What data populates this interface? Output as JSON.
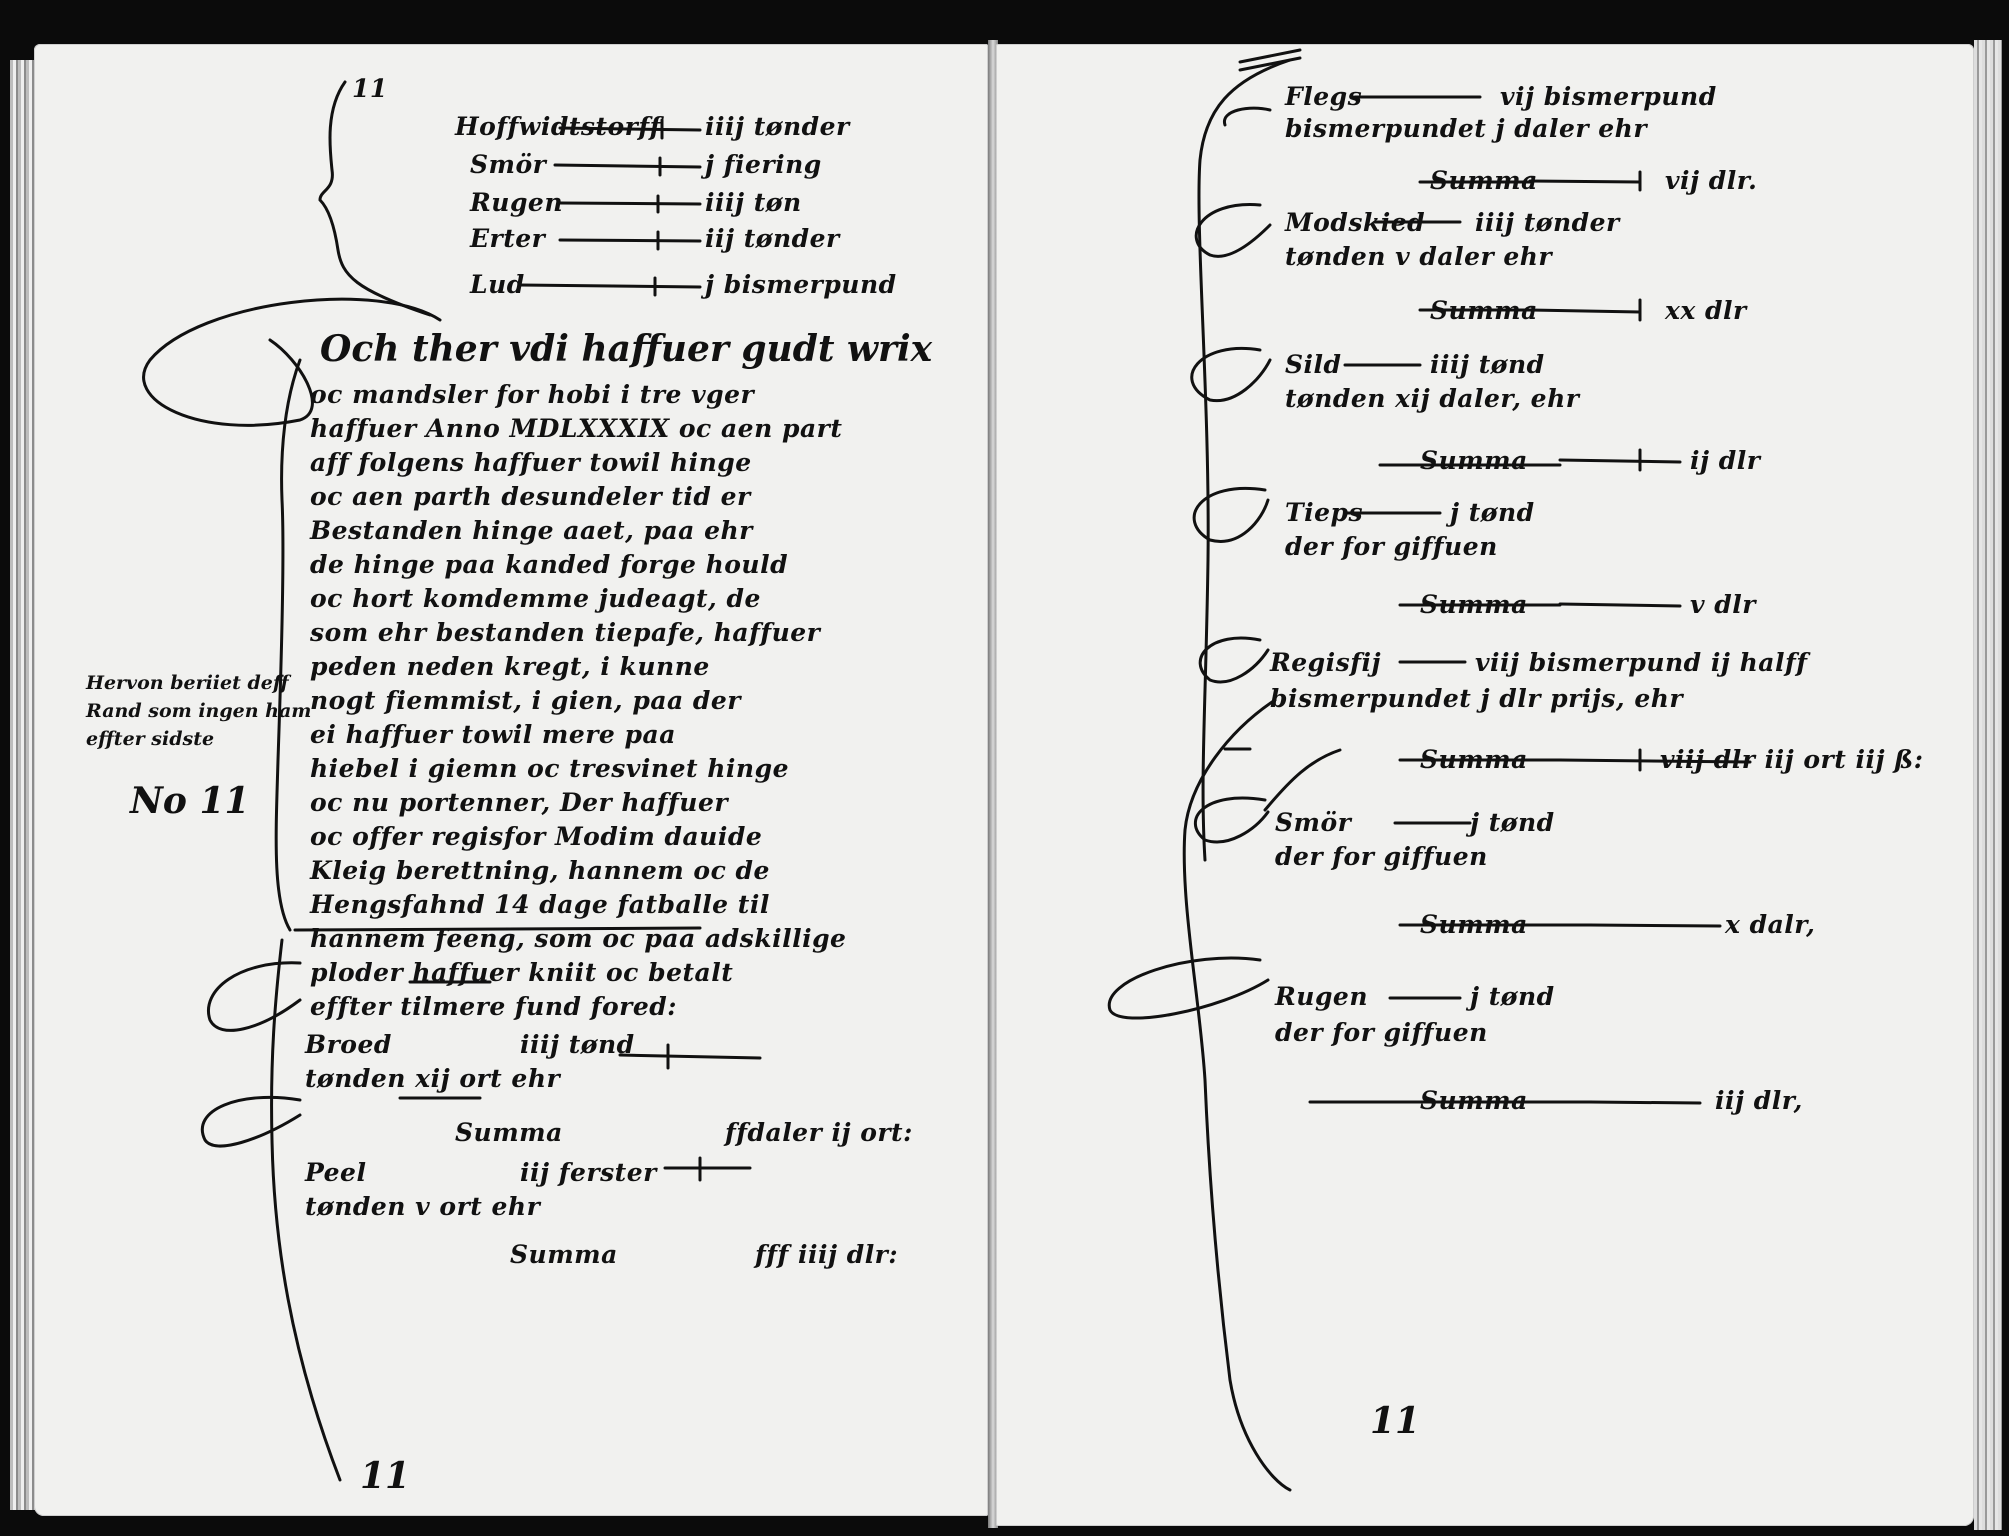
{
  "left_page": {
    "page_number": "11",
    "top_items": [
      {
        "name": "Hoffwidtstorff",
        "value": "iiij tønder"
      },
      {
        "name": "Smör",
        "value": "j fiering"
      },
      {
        "name": "Rugen",
        "value": "iiij tøn"
      },
      {
        "name": "Erter",
        "value": "iij tønder"
      },
      {
        "name": "Lud",
        "value": "j bismerpund"
      }
    ],
    "body_lines": [
      "Och ther vdi haffuer gudt wrix",
      "oc mandsler for hobi i tre vger",
      "haffuer Anno MDLXXXIX oc aen part",
      "aff folgens haffuer towil hinge",
      "oc aen parth desundeler tid er",
      "Bestanden hinge aaet, paa ehr",
      "de hinge paa kanded forge hould",
      "oc hort komdemme judeagt, de",
      "som ehr bestanden tiepafe, haffuer",
      "peden neden kregt, i kunne",
      "nogt fiemmist, i gien, paa der",
      "ei haffuer towil mere paa",
      "hiebel i giemn oc tresvinet hinge",
      "oc nu portenner, Der haffuer",
      "oc offer regisfor Modim dauide",
      "Kleig berettning, hannem oc de",
      "Hengsfahnd 14 dage fatballe til",
      "hannem feeng, som oc paa adskillige",
      "ploder haffuer kniit oc betalt",
      "effter tilmere fund fored:"
    ],
    "margin_note": [
      "Hervon beriiet deff",
      "Rand som ingen ham",
      "effter sidste"
    ],
    "margin_number": "No 11",
    "entries": [
      {
        "name": "Broed",
        "value": "iiij tønd",
        "detail": "tønden xij ort ehr",
        "sum_label": "Summa",
        "sum": "ffdaler ij ort:"
      },
      {
        "name": "Peel",
        "value": "iij ferster",
        "detail": "tønden v ort ehr",
        "sum_label": "Summa",
        "sum": "fff iiij dlr:"
      }
    ],
    "bottom_mark": "11"
  },
  "right_page": {
    "entries": [
      {
        "name": "Flegs",
        "value": "vij bismerpund",
        "detail": "bismerpundet j daler ehr",
        "sum_label": "Summa",
        "sum": "vij dlr."
      },
      {
        "name": "Modskied",
        "value": "iiij tønder",
        "detail": "tønden v daler ehr",
        "sum_label": "Summa",
        "sum": "xx dlr"
      },
      {
        "name": "Sild",
        "value": "iiij tønd",
        "detail": "tønden xij daler, ehr",
        "sum_label": "Summa",
        "sum": "ij dlr"
      },
      {
        "name": "Tieps",
        "value": "j tønd",
        "detail": "der for giffuen",
        "sum_label": "Summa",
        "sum": "v dlr"
      },
      {
        "name": "Regisfij",
        "value": "viij bismerpund ij halff",
        "detail": "bismerpundet j dlr prijs, ehr",
        "sum_label": "Summa",
        "sum": "viij dlr iij ort iij ß:"
      },
      {
        "name": "Smör",
        "value": "j tønd",
        "detail": "der for giffuen",
        "sum_label": "Summa",
        "sum": "x dalr,"
      },
      {
        "name": "Rugen",
        "value": "j tønd",
        "detail": "der for giffuen",
        "sum_label": "Summa",
        "sum": "iij dlr,"
      }
    ],
    "bottom_mark": "11"
  }
}
